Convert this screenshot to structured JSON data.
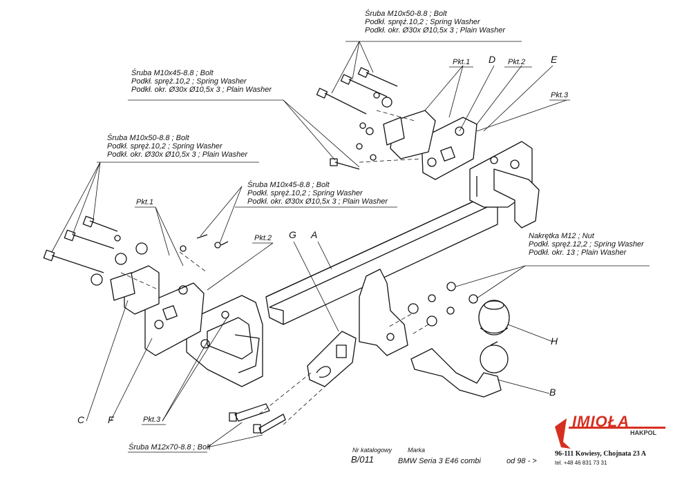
{
  "callouts": {
    "bolt_top_right": [
      "Śruba M10x50-8.8 ;  Bolt",
      "Podkł. spręż.10,2 ; Spring Washer",
      "Podkł. okr.  Ø30x Ø10,5x 3 ; Plain Washer"
    ],
    "bolt_mid_left": [
      "Śruba M10x45-8.8 ;  Bolt",
      "Podkł. spręż.10,2 ; Spring Washer",
      "Podkł. okr.  Ø30x Ø10,5x 3 ; Plain Washer"
    ],
    "bolt_left": [
      "Śruba M10x50-8.8 ;  Bolt",
      "Podkł. spręż.10,2 ; Spring Washer",
      "Podkł. okr.  Ø30x Ø10,5x 3 ; Plain Washer"
    ],
    "bolt_center": [
      "Śruba M10x45-8.8 ;  Bolt",
      "Podkł. spręż.10,2 ; Spring Washer",
      "Podkł. okr.  Ø30x Ø10,5x 3 ; Plain Washer"
    ],
    "nut_right": [
      "Nakrętka  M12 ; Nut",
      "Podkł. spręż.12,2 ; Spring Washer",
      "Podkł. okr. 13 ; Plain Washer"
    ],
    "bolt_bottom": "Śruba M12x70-8.8 ;  Bolt"
  },
  "pkt": {
    "pkt1_top": "Pkt.1",
    "pkt2_top": "Pkt.2",
    "pkt3_top": "Pkt.3",
    "pkt1_left": "Pkt.1",
    "pkt2_mid": "Pkt.2",
    "pkt3_bottom": "Pkt.3"
  },
  "letters": {
    "A": "A",
    "B": "B",
    "C": "C",
    "D": "D",
    "E": "E",
    "F": "F",
    "G": "G",
    "H": "H"
  },
  "footer": {
    "nr_katalogowy_label": "Nr katalogowy",
    "nr_katalogowy": "B/011",
    "marka_label": "Marka",
    "marka": "BMW Seria 3 E46 combi",
    "od": "od 98 - >",
    "address": "96-111 Kowiesy, Chojnata 23 A",
    "tel": "tel. +48 46 831 73 31"
  },
  "logo": {
    "name": "IMIOŁA",
    "sub": "HAKPOL"
  },
  "colors": {
    "line": "#111111",
    "logo": "#d62f20"
  }
}
